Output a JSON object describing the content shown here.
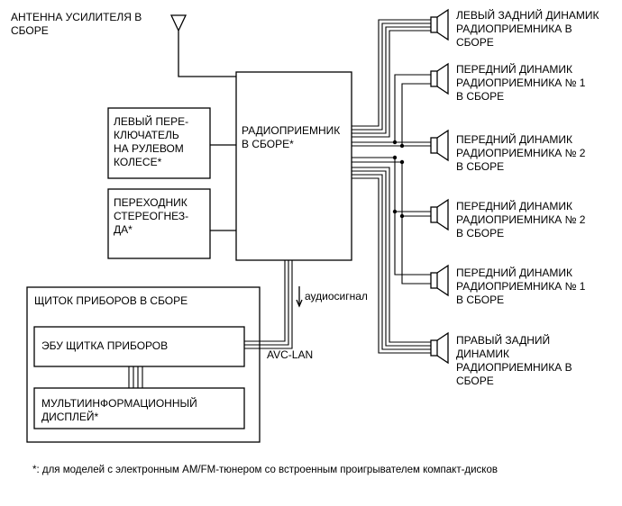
{
  "antenna": {
    "label": "АНТЕННА УСИЛИТЕЛЯ В\nСБОРЕ"
  },
  "radio": {
    "label": "РАДИОПРИЕМНИК\nВ СБОРЕ*"
  },
  "steering_switch": {
    "label": "ЛЕВЫЙ ПЕРЕ-\nКЛЮЧАТЕЛЬ\nНА РУЛЕВОМ\nКОЛЕСЕ*"
  },
  "stereo_jack": {
    "label": "ПЕРЕХОДНИК\nСТЕРЕОГНЕЗ-\nДА*"
  },
  "combination_meter": {
    "title": "ЩИТОК ПРИБОРОВ В СБОРЕ",
    "ecu": "ЭБУ ЩИТКА ПРИБОРОВ",
    "display": "МУЛЬТИИНФОРМАЦИОННЫЙ\nДИСПЛЕЙ*"
  },
  "signals": {
    "audio": "аудиосигнал",
    "avc_lan": "AVC-LAN"
  },
  "speakers": [
    {
      "label": "ЛЕВЫЙ ЗАДНИЙ ДИНАМИК\nРАДИОПРИЕМНИКА В\nСБОРЕ"
    },
    {
      "label": "ПЕРЕДНИЙ ДИНАМИК\nРАДИОПРИЕМНИКА № 1\nВ СБОРЕ"
    },
    {
      "label": "ПЕРЕДНИЙ ДИНАМИК\nРАДИОПРИЕМНИКА № 2\nВ СБОРЕ"
    },
    {
      "label": "ПЕРЕДНИЙ ДИНАМИК\nРАДИОПРИЕМНИКА № 2\nВ СБОРЕ"
    },
    {
      "label": "ПЕРЕДНИЙ ДИНАМИК\nРАДИОПРИЕМНИКА № 1\nВ СБОРЕ"
    },
    {
      "label": "ПРАВЫЙ ЗАДНИЙ\nДИНАМИК\nРАДИОПРИЕМНИКА В\nСБОРЕ"
    }
  ],
  "footnote": "*: для моделей с электронным AM/FM-тюнером со встроенным проигрывателем компакт-дисков"
}
